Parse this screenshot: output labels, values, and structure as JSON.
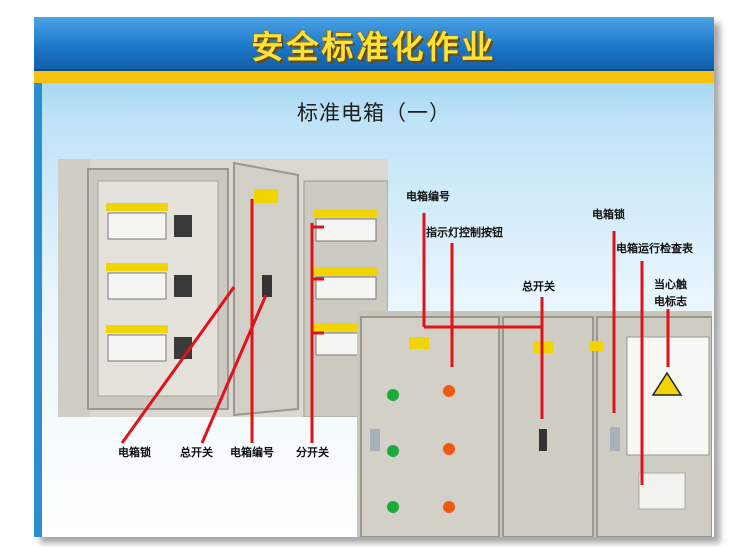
{
  "title": "安全标准化作业",
  "subtitle": "标准电箱（一）",
  "labels": {
    "box_lock_left": "电箱锁",
    "main_switch_left": "总开关",
    "box_number_left": "电箱编号",
    "branch_switch": "分开关",
    "box_number_right": "电箱编号",
    "indicator_button": "指示灯控制按钮",
    "main_switch_right": "总开关",
    "box_lock_right": "电箱锁",
    "inspection_table": "电箱运行检查表",
    "shock_warning_line1": "当心触",
    "shock_warning_line2": "电标志"
  },
  "colors": {
    "accent": "#f5c20d",
    "title_blue": "#1b76c6",
    "pointer_red": "#e0121a",
    "cabinet_grey": "#d9d7cf"
  }
}
